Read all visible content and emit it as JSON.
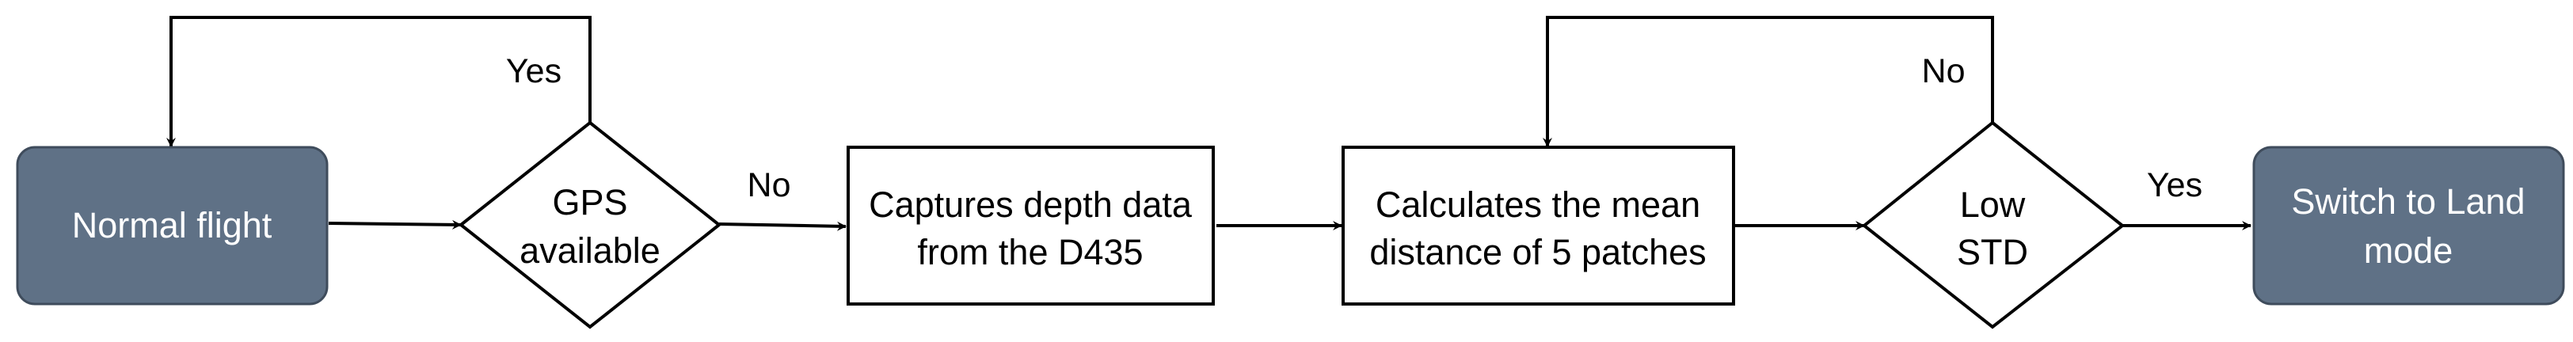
{
  "nodes": {
    "normal_flight": {
      "lines": [
        "Normal flight"
      ]
    },
    "gps_available": {
      "lines": [
        "GPS",
        "available"
      ]
    },
    "capture_depth": {
      "lines": [
        "Captures depth data",
        "from the D435"
      ]
    },
    "calc_mean": {
      "lines": [
        "Calculates the mean",
        "distance of 5 patches"
      ]
    },
    "low_std": {
      "lines": [
        "Low",
        "STD"
      ]
    },
    "switch_land": {
      "lines": [
        "Switch to Land",
        "mode"
      ]
    }
  },
  "edges": {
    "gps_yes": "Yes",
    "gps_no": "No",
    "std_no": "No",
    "std_yes": "Yes"
  },
  "colors": {
    "terminal_fill": "#5f7186",
    "terminal_stroke": "#3f4c5c",
    "terminal_text": "#ffffff",
    "line": "#000000",
    "text": "#000000"
  }
}
